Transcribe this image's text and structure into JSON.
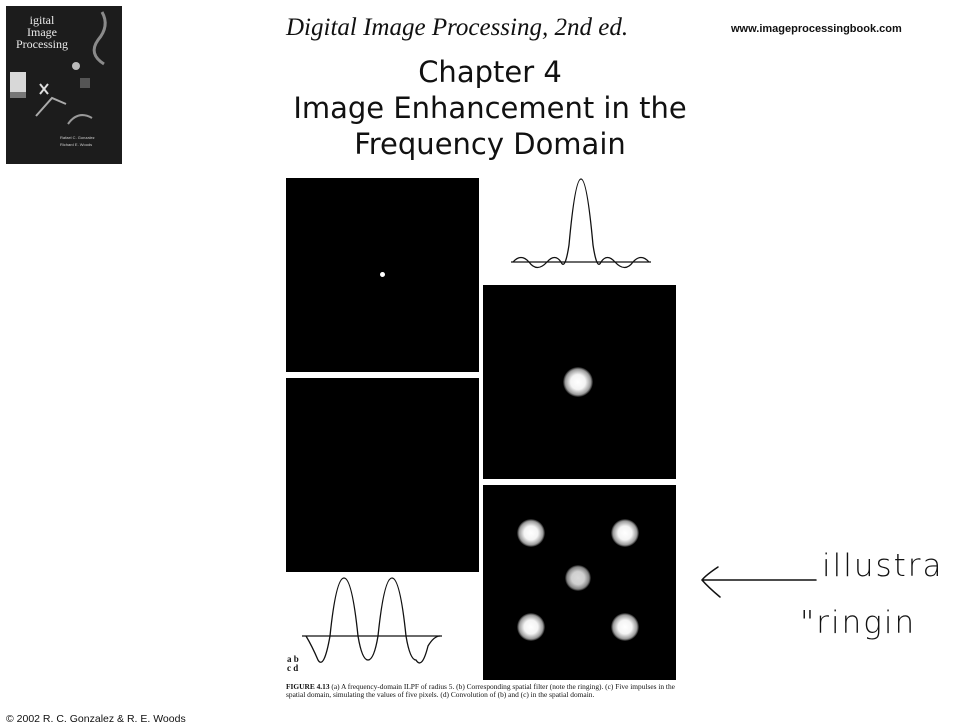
{
  "cover": {
    "title_lines": [
      "igital",
      "Image",
      "Processing"
    ],
    "authors": [
      "Rafael C. Gonzalez",
      "Richard E. Woods"
    ]
  },
  "header": {
    "book_title": "Digital Image Processing, 2nd ed.",
    "website": "www.imageprocessingbook.com"
  },
  "chapter": {
    "line1": "Chapter 4",
    "line2": "Image Enhancement in the",
    "line3": "Frequency Domain"
  },
  "figure": {
    "sub_labels_row1": "a b",
    "sub_labels_row2": "c d",
    "caption_label": "FIGURE 4.13",
    "caption_text": " (a) A frequency-domain ILPF of radius 5. (b) Corresponding spatial filter (note the ringing). (c) Five impulses in the spatial domain, simulating the values of five pixels. (d) Convolution of (b) and (c) in the spatial domain."
  },
  "footer": {
    "copyright": "© 2002 R. C. Gonzalez & R. E. Woods"
  },
  "annotation": {
    "line1": "illustra",
    "line2": "\"ringin"
  }
}
